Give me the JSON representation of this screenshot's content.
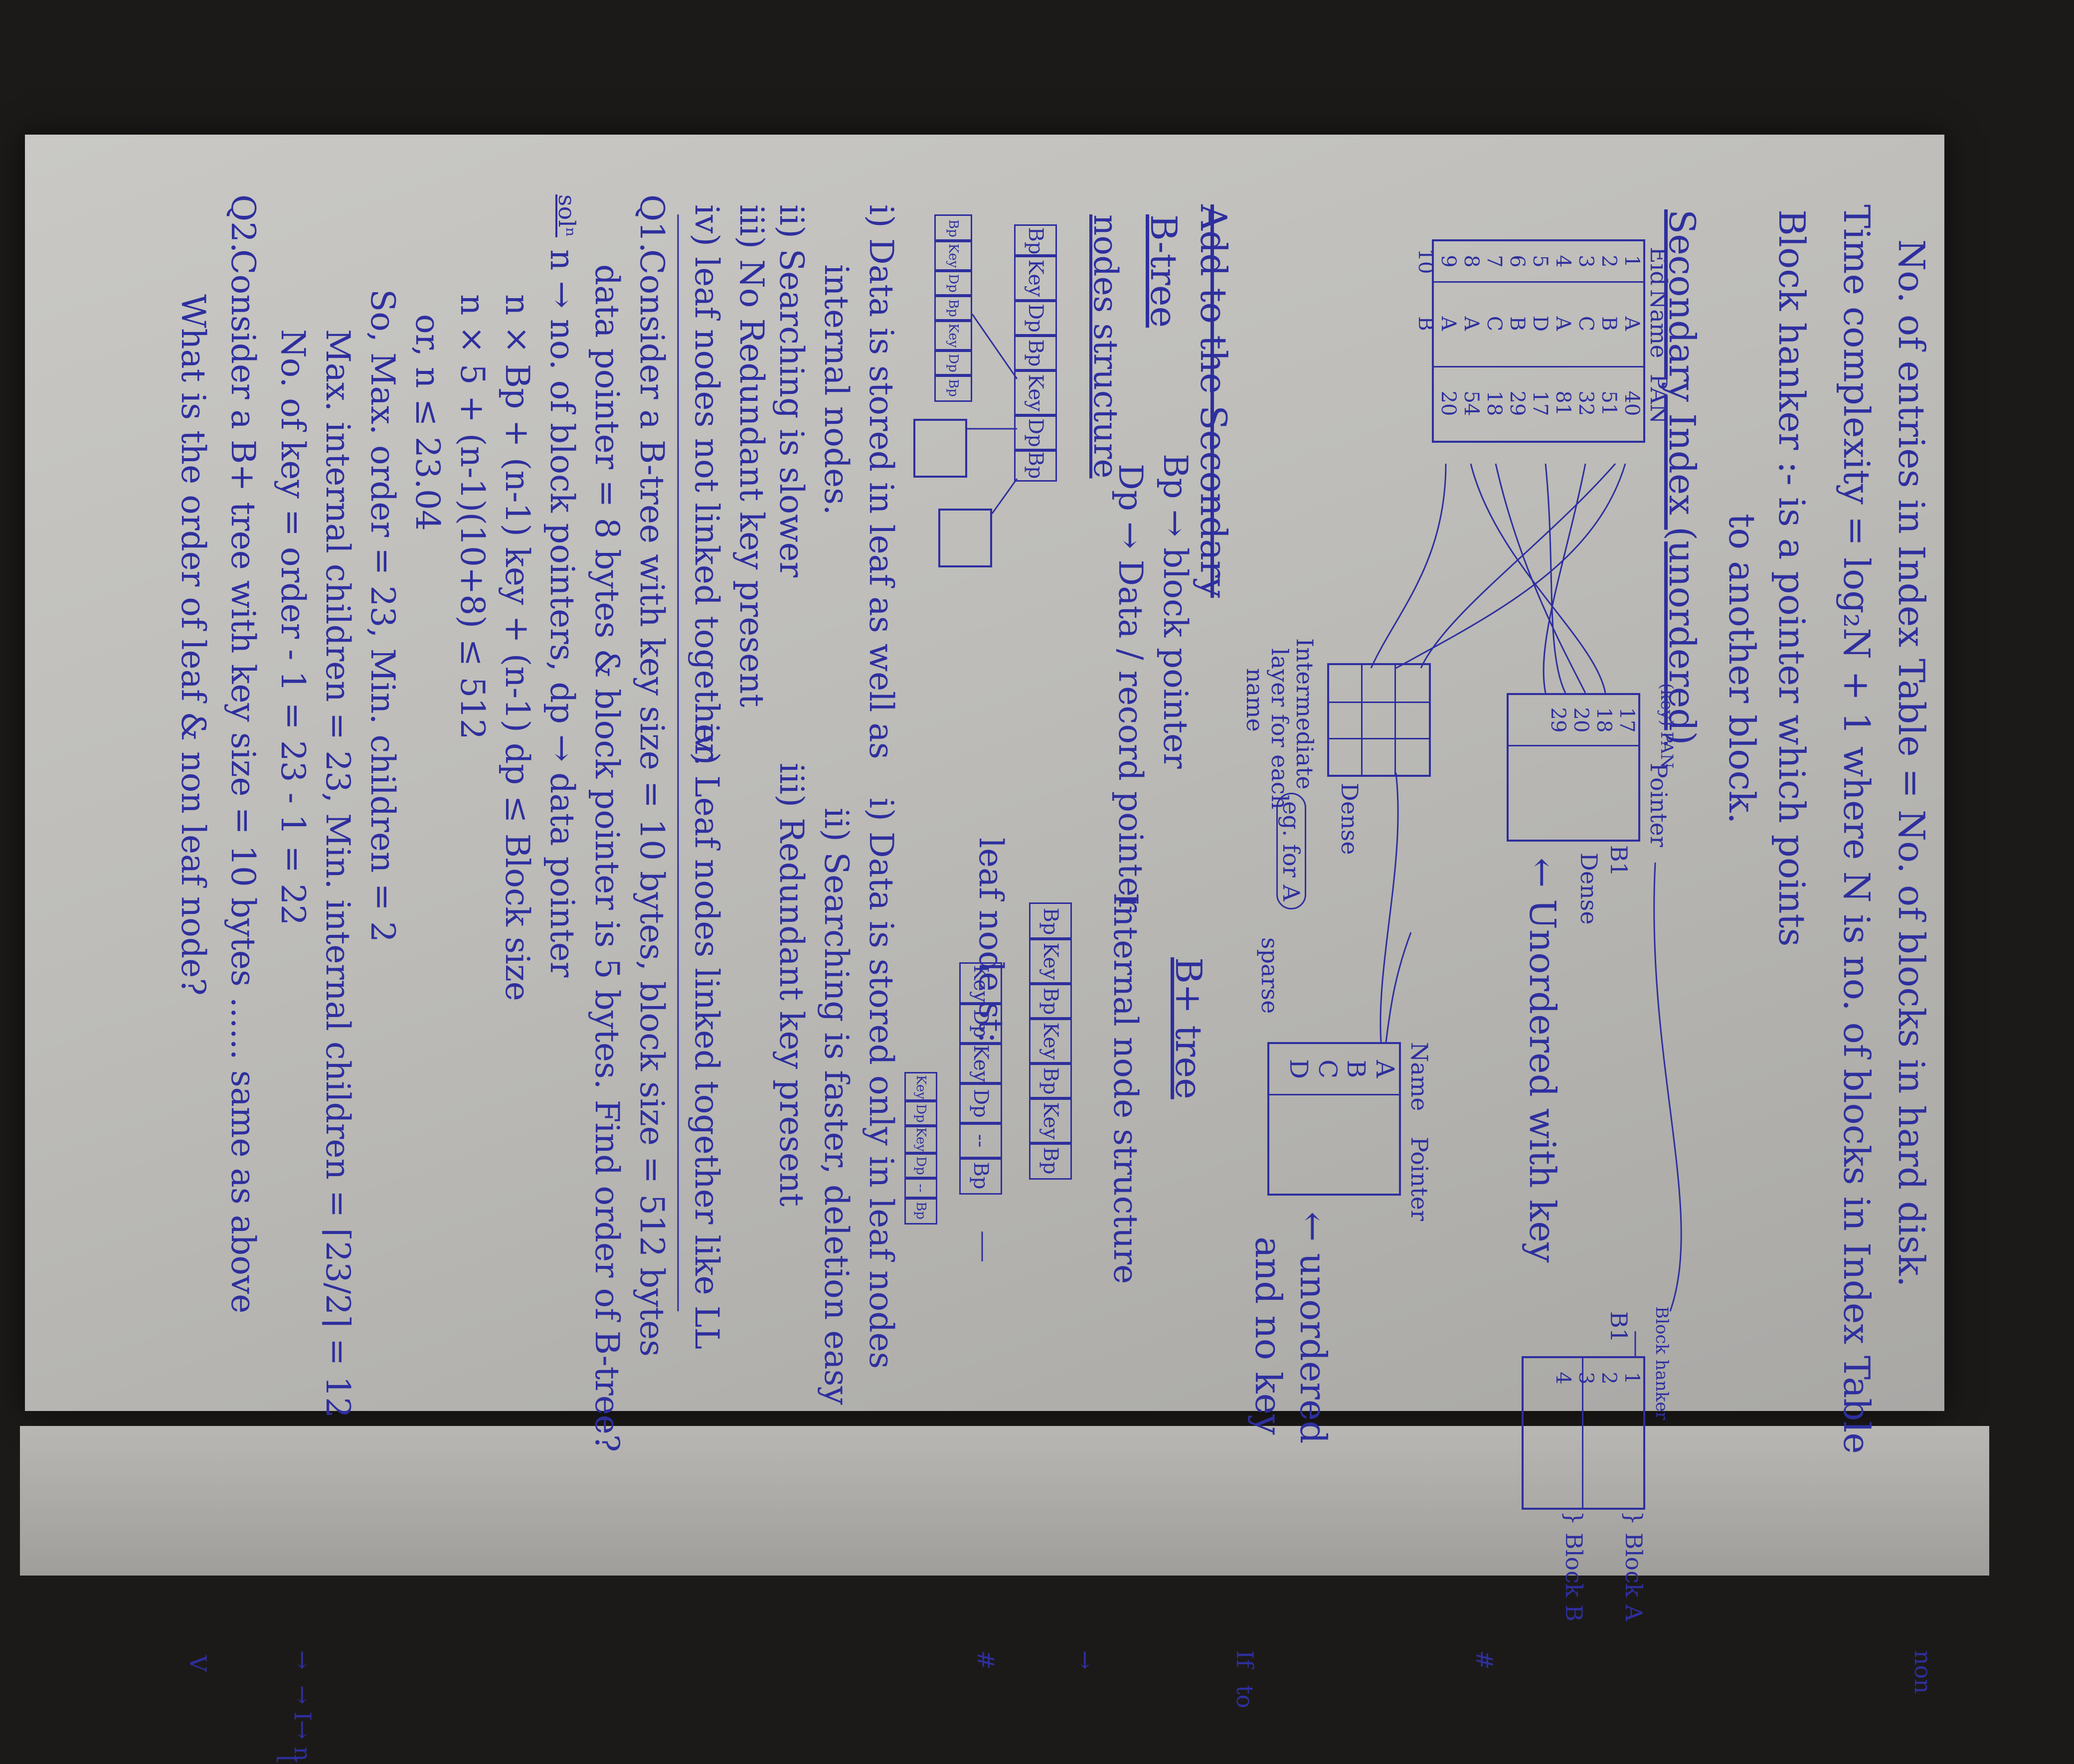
{
  "notes": {
    "line1": "No. of entries in Index Table = No. of blocks in hard disk.",
    "line2": "Time complexity = log₂N + 1  where N is no. of blocks in Index Table",
    "line3": "Block hanker :- is a pointer which points",
    "line4": "to another block.",
    "heading_secondary": "Secondary Index (unordered)",
    "table1": {
      "headers": [
        "Eid",
        "Name",
        "PAN"
      ],
      "eid": [
        "1",
        "2",
        "3",
        "4",
        "5",
        "6",
        "7",
        "8",
        "9",
        "10"
      ],
      "name": [
        "A",
        "B",
        "C",
        "A",
        "D",
        "B",
        "C",
        "A",
        "A",
        "B"
      ],
      "pan": [
        "40",
        "51",
        "32",
        "81",
        "17",
        "29",
        "18",
        "54",
        "20",
        ""
      ]
    },
    "table2": {
      "headers": [
        "(key) PAN",
        "Pointer"
      ],
      "rows": [
        "17",
        "18",
        "20",
        "29"
      ],
      "label_b1": "B1",
      "label_dense": "Dense",
      "note": "← Unordered with key"
    },
    "table3": {
      "headers": [
        "Name",
        "Pointer"
      ],
      "rows": [
        "A",
        "B",
        "C",
        "D"
      ],
      "note_line1": "← unordered",
      "note_line2": "and no key",
      "label_dense": "Dense",
      "label_sparse": "sparse",
      "label_egA": "eg. for A"
    },
    "intermediate_label_1": "Intermediate",
    "intermediate_label_2": "layer for each",
    "intermediate_label_3": "name",
    "block_diagram": {
      "block_header": "Block hanker",
      "label_b1": "B1",
      "label_blockA": "} Block A",
      "label_blockB": "} Block B",
      "rows": [
        "1",
        "2",
        "3",
        "4"
      ]
    },
    "crossed_heading": "Add to the Secondary",
    "btree_heading": "B-tree",
    "btree_bp": "Bp → block pointer",
    "btree_dp": "Dp → Data / record pointer",
    "bplus_heading": "B+ tree",
    "node_structure": "nodes structure",
    "internal_node_structure": "Internal node structure",
    "leaf_node_structure": "leaf node st:",
    "btree_node_cells": [
      "Bp",
      "Key",
      "Dp",
      "Bp",
      "Key",
      "Dp",
      "Bp"
    ],
    "btree_small_cells": [
      "Bp",
      "Key",
      "Dp",
      "Bp",
      "Key",
      "Dp",
      "Bp"
    ],
    "bplus_internal_cells": [
      "Bp",
      "Key",
      "Bp",
      "Key",
      "Bp",
      "Key",
      "Bp"
    ],
    "bplus_leaf_cells": [
      "Key",
      "Dp",
      "Key",
      "Dp",
      "--",
      "Bp"
    ],
    "bplus_leaf_small_cells": [
      "Key",
      "Dp",
      "Key",
      "Dp",
      "--",
      "Bp"
    ],
    "points_left": [
      "i) Data is stored in leaf as well as",
      "internal nodes.",
      "ii) Searching is slower",
      "iii) No Redundant key present",
      "iv) leaf nodes not linked together."
    ],
    "points_right": [
      "i) Data is stored only in leaf nodes",
      "ii) Searching is faster, deletion easy",
      "iii) Redundant key present",
      "iv) Leaf nodes linked together like LL"
    ],
    "q1": {
      "label": "Q1.",
      "line1": "Consider a B-tree with key size = 10 bytes, block size = 512 bytes",
      "line2": "data pointer = 8 bytes & block pointer is 5 bytes. Find order of B-tree?",
      "sol_label": "solⁿ",
      "line3": "n → no. of block pointers, dp → data pointer",
      "line4": "n × Bp + (n-1) key + (n-1) dp ≤ Block size",
      "line5": "n × 5 + (n-1)(10+8) ≤ 512",
      "line6": "or, n ≤ 23.04",
      "line7": "So, Max. order = 23,  Min. children = 2",
      "line8": "Max. internal children = 23,  Min. internal children = ⌈23/2⌉ = 12",
      "line9": "No. of key = order - 1  = 23 - 1 = 22"
    },
    "q2": {
      "label": "Q2.",
      "line1": "Consider a B+ tree with key size = 10 bytes ......  same as above",
      "line2": "What is the order of leaf & non leaf node?"
    },
    "edge_marks": [
      "non",
      "#",
      "If",
      "to",
      "→",
      "#",
      "→",
      "→ I",
      "→ n",
      "[",
      "V"
    ]
  }
}
